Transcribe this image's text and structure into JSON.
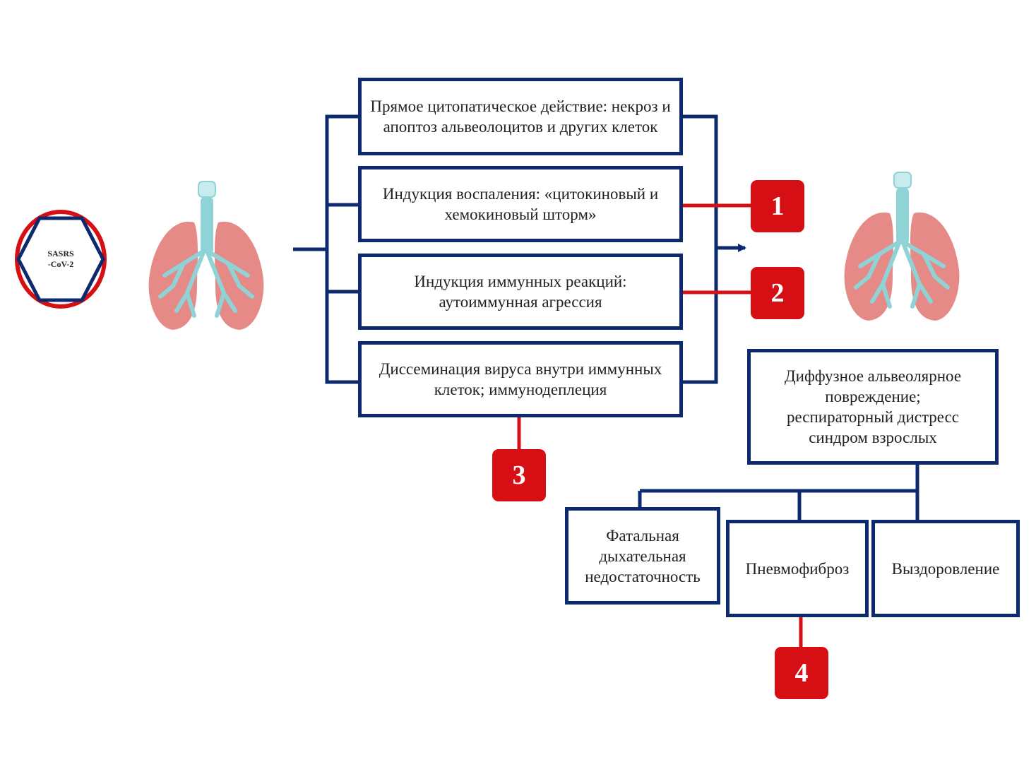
{
  "virus": {
    "label_line1": "SASRS",
    "label_line2": "-CoV-2",
    "icon": "virus-hexagon-icon"
  },
  "mechanisms": [
    "Прямое цитопатическое действие: некроз и апоптоз альвеолоцитов и других клеток",
    "Индукция воспаления: «цитокиновый и хемокиновый шторм»",
    "Индукция иммунных реакций: аутоиммунная агрессия",
    "Диссеминация вируса внутри иммунных клеток; иммунодеплеция"
  ],
  "badges": [
    "1",
    "2",
    "3",
    "4"
  ],
  "outcome": "Диффузное альвеолярное повреждение; респираторный дистресс синдром взрослых",
  "results": [
    "Фатальная дыхательная недостаточность",
    "Пневмофиброз",
    "Выздоровление"
  ],
  "colors": {
    "box_border": "#0d2a6e",
    "badge": "#d50f14",
    "connector_red": "#d50f14",
    "lung": "#e58a86",
    "bronchi": "#8fd3d6"
  }
}
